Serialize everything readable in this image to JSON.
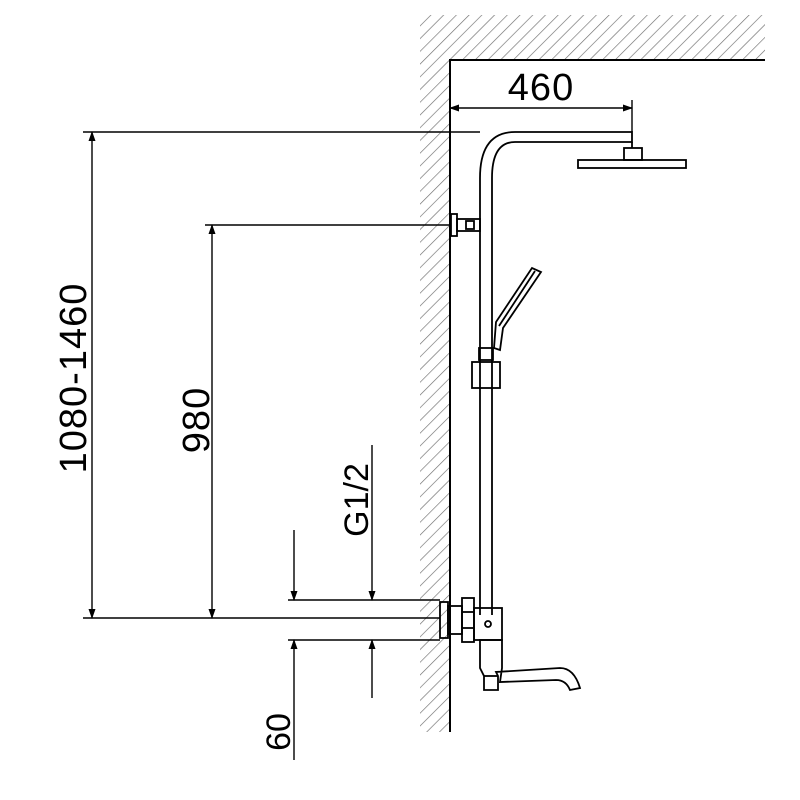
{
  "dimensions": {
    "arm_length": "460",
    "total_height": "1080-1460",
    "bracket_height": "980",
    "thread": "G1/2",
    "offset": "60"
  },
  "colors": {
    "line": "#000000",
    "hatch": "#6e6e6e",
    "background": "#ffffff"
  }
}
